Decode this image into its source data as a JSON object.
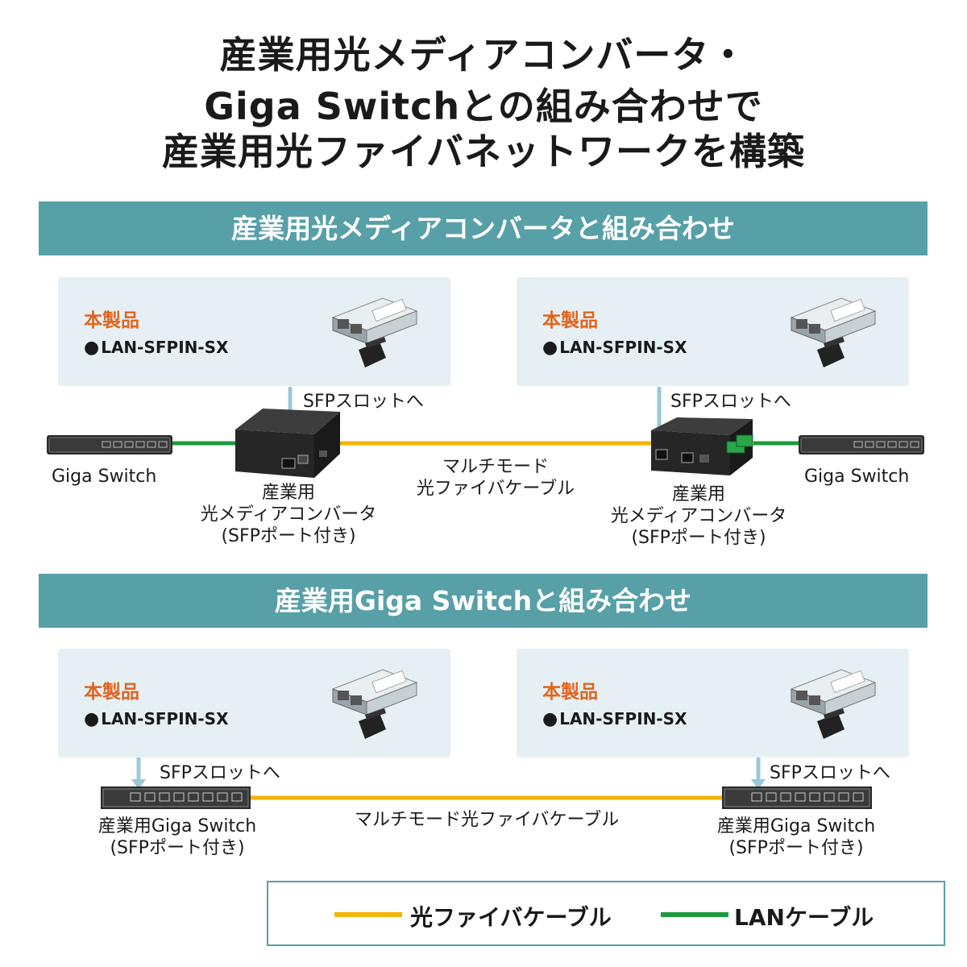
{
  "title": {
    "line1": "産業用光メディアコンバータ・",
    "line2": "Giga Switchとの組み合わせで",
    "line3": "産業用光ファイバネットワークを構築"
  },
  "section1": {
    "heading": "産業用光メディアコンバータと組み合わせ",
    "left_product": {
      "label": "本製品",
      "model": "LAN-SFPIN-SX"
    },
    "right_product": {
      "label": "本製品",
      "model": "LAN-SFPIN-SX"
    },
    "slot_left": "SFPスロットへ",
    "slot_right": "SFPスロットへ",
    "switch_left": "Giga Switch",
    "switch_right": "Giga Switch",
    "mc_left": [
      "産業用",
      "光メディアコンバータ",
      "(SFPポート付き)"
    ],
    "mc_right": [
      "産業用",
      "光メディアコンバータ",
      "(SFPポート付き)"
    ],
    "cable": [
      "マルチモード",
      "光ファイバケーブル"
    ]
  },
  "section2": {
    "heading": "産業用Giga Switchと組み合わせ",
    "left_product": {
      "label": "本製品",
      "model": "LAN-SFPIN-SX"
    },
    "right_product": {
      "label": "本製品",
      "model": "LAN-SFPIN-SX"
    },
    "slot_left": "SFPスロットへ",
    "slot_right": "SFPスロットへ",
    "switch_left": [
      "産業用Giga Switch",
      "(SFPポート付き)"
    ],
    "switch_right": [
      "産業用Giga Switch",
      "(SFPポート付き)"
    ],
    "cable": "マルチモード光ファイバケーブル"
  },
  "legend": {
    "fiber_label": "光ファイバケーブル",
    "lan_label": "LANケーブル"
  },
  "colors": {
    "fiber": "#f5b400",
    "lan": "#1e9a3c",
    "band": "#58a0a8",
    "product_box": "#e6f0f4",
    "product_label": "#e0641e",
    "arrow": "#9cc8d8"
  }
}
